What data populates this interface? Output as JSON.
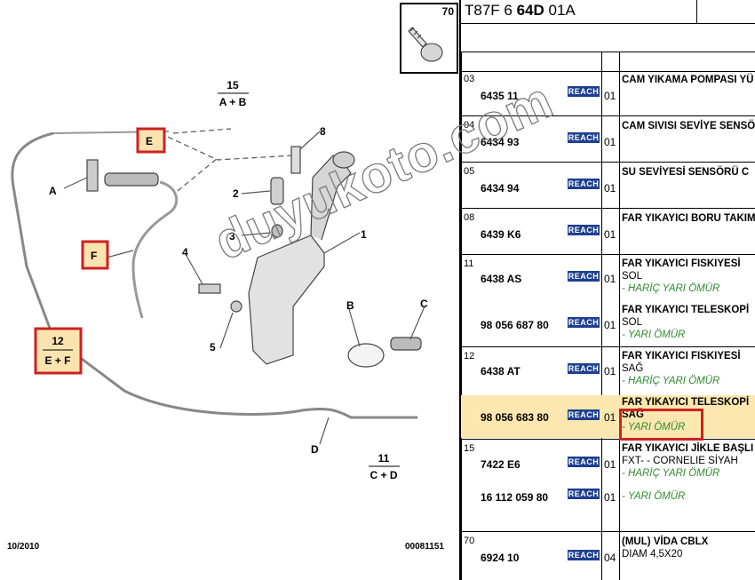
{
  "doc": {
    "ref_prefix": "T87F 6",
    "ref_bold": "64D",
    "ref_suffix": "01A",
    "date": "10/2010",
    "diagram_number": "00081151",
    "watermark": "duyukoto.com",
    "reach_label": "REACH"
  },
  "thumbnail": {
    "number": "70"
  },
  "callouts": {
    "c1": "1",
    "c2": "2",
    "c3": "3",
    "c4": "4",
    "c5": "5",
    "c8": "8",
    "A": "A",
    "B": "B",
    "C": "C",
    "D": "D",
    "E": "E",
    "F": "F"
  },
  "fractions": {
    "f15": {
      "top": "15",
      "bottom": "A + B"
    },
    "f12": {
      "top": "12",
      "bottom": "E + F"
    },
    "f11": {
      "top": "11",
      "bottom": "C + D"
    }
  },
  "rows": [
    {
      "index": "03",
      "ref": "6435 11",
      "qty": "01",
      "title": "CAM YIKAMA POMPASI YÜ"
    },
    {
      "index": "04",
      "ref": "6434 93",
      "qty": "01",
      "title": "CAM SIVISI SEVİYE SENSÖ"
    },
    {
      "index": "05",
      "ref": "6434 94",
      "qty": "01",
      "title": "SU SEVİYESİ SENSÖRÜ C"
    },
    {
      "index": "08",
      "ref": "6439 K6",
      "qty": "01",
      "title": "FAR YIKAYICI BORU TAKIM"
    },
    {
      "index": "11",
      "ref": "6438 AS",
      "qty": "01",
      "title": "FAR YIKAYICI FISKIYESİ",
      "line2": "SOL",
      "note": "- HARİÇ YARI ÖMÜR",
      "ref2": "98 056 687 80",
      "qty2": "01",
      "title2": "FAR YIKAYICI TELESKOPİ",
      "line2b": "SOL",
      "note2": "- YARI ÖMÜR"
    },
    {
      "index": "12",
      "ref": "6438 AT",
      "qty": "01",
      "title": "FAR YIKAYICI FISKIYESİ",
      "line2": "SAĞ",
      "note": "- HARİÇ YARI ÖMÜR",
      "ref2": "98 056 683 80",
      "qty2": "01",
      "title2": "FAR YIKAYICI TELESKOPİ",
      "line2b": "SAĞ",
      "note2": "- YARI ÖMÜR"
    },
    {
      "index": "15",
      "ref": "7422 E6",
      "qty": "01",
      "title": "FAR YIKAYICI JİKLE BAŞLI",
      "line2": "FXT- - CORNELIE SİYAH",
      "note": "- HARİÇ YARI ÖMÜR",
      "ref2": "16 112 059 80",
      "qty2": "01",
      "note2": "- YARI ÖMÜR"
    },
    {
      "index": "70",
      "ref": "6924 10",
      "qty": "04",
      "title": "(MUL) VİDA CBLX",
      "line2": "DIAM 4,5X20"
    }
  ],
  "colors": {
    "highlight": "#fde7b0",
    "red_box": "#d02020",
    "reach_badge": "#1d3f8f",
    "note_green": "#2e8b2e"
  }
}
